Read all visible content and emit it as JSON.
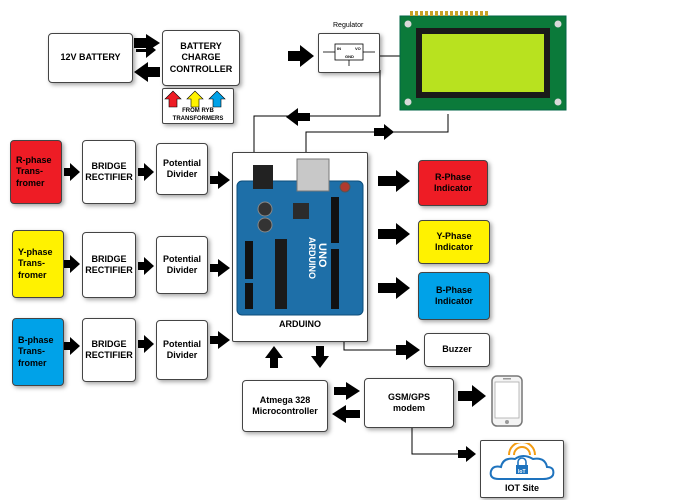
{
  "battery": "12V BATTERY",
  "charge_controller": {
    "line1": "BATTERY",
    "line2": "CHARGE",
    "line3": "CONTROLLER"
  },
  "ryb_caption": {
    "line1": "FROM RYB",
    "line2": "TRANSFORMERS"
  },
  "regulator": {
    "title": "Regulator",
    "in_pin": "IN",
    "out_pin": "VO",
    "gnd_pin": "GND"
  },
  "phases": [
    {
      "transformer": [
        "R-phase",
        "Trans-",
        "fromer"
      ],
      "rectifier": [
        "BRIDGE",
        "RECTIFIER"
      ],
      "divider": [
        "Potential",
        "Divider"
      ],
      "color": "#ee1c25"
    },
    {
      "transformer": [
        "Y-phase",
        "Trans-",
        "fromer"
      ],
      "rectifier": [
        "BRIDGE",
        "RECTIFIER"
      ],
      "divider": [
        "Potential",
        "Divider"
      ],
      "color": "#fff200"
    },
    {
      "transformer": [
        "B-phase",
        "Trans-",
        "fromer"
      ],
      "rectifier": [
        "BRIDGE",
        "RECTIFIER"
      ],
      "divider": [
        "Potential",
        "Divider"
      ],
      "color": "#00a2e8"
    }
  ],
  "arduino": {
    "label": "ARDUINO",
    "board_text": "ARDUINO",
    "model": "UNO"
  },
  "indicators": [
    {
      "line1": "R-Phase",
      "line2": "Indicator",
      "color": "#ee1c25"
    },
    {
      "line1": "Y-Phase",
      "line2": "Indicator",
      "color": "#fff200"
    },
    {
      "line1": "B-Phase",
      "line2": "Indicator",
      "color": "#00a2e8"
    }
  ],
  "buzzer": "Buzzer",
  "microcontroller": {
    "line1": "Atmega 328",
    "line2": "Microcontroller"
  },
  "gsm": {
    "line1": "GSM/GPS",
    "line2": "modem"
  },
  "iot": {
    "label": "IOT Site",
    "cloud_text": "IoT"
  },
  "lcd_color": "#b8e21f"
}
